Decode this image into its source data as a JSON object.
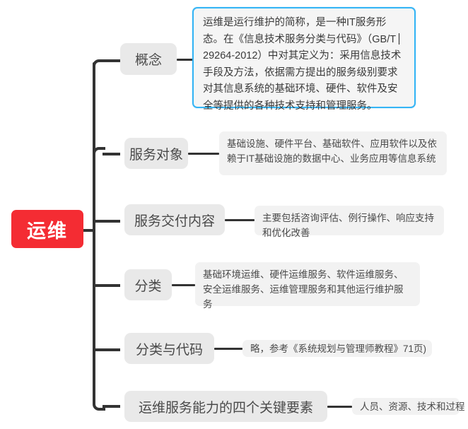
{
  "mindmap": {
    "root": {
      "label": "运维",
      "color": "#f42c33",
      "text_color": "#ffffff"
    },
    "branches": [
      {
        "label": "概念",
        "detail": "运维是运行维护的简称，是一种IT服务形态。在《信息技术服务分类与代码》（GB/T 29264-2012）中对其定义为：采用信息技术手段及方法，依据需方提出的服务级别要求对其信息系统的基础环境、硬件、软件及安全等提供的各种技术支持和管理服务。",
        "detail_part_1": "运维是运行维护的简称，是一种IT服务形态。在《信息技术服务分类与代码》（GB/T ",
        "detail_part_2": "29264-2012）中对其定义为：采用信息技术手段及方法，依据需方提出的服务级别要求对其信息系统的基础环境、硬件、软件及安全等提供的各种技术支持和管理服务。",
        "state": "editing",
        "border_color": "#34b4f5"
      },
      {
        "label": "服务对象",
        "detail": "基础设施、硬件平台、基础软件、应用软件以及依赖于IT基础设施的数据中心、业务应用等信息系统",
        "state": "normal"
      },
      {
        "label": "服务交付内容",
        "detail": "主要包括咨询评估、例行操作、响应支持和优化改善",
        "state": "normal"
      },
      {
        "label": "分类",
        "detail": "基础环境运维、硬件运维服务、软件运维服务、安全运维服务、运维管理服务和其他运行维护服务",
        "state": "normal"
      },
      {
        "label": "分类与代码",
        "detail": "略，参考《系统规划与管理师教程》71页)",
        "state": "normal"
      },
      {
        "label": "运维服务能力的四个关键要素",
        "detail": "人员、资源、技术和过程",
        "state": "normal"
      }
    ],
    "line_color": "#333333",
    "node_bg": "#e9e9e9",
    "leaf_bg": "#f2f2f2"
  }
}
